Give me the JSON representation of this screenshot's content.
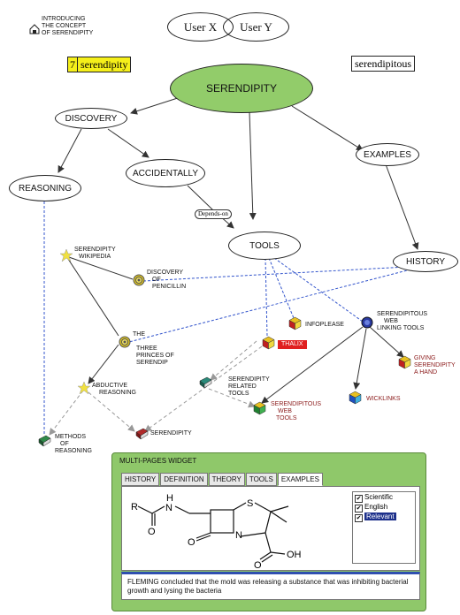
{
  "header_note": {
    "l1": "INTRODUCING",
    "l2": "THE CONCEPT",
    "l3": "OF SERENDIPITY"
  },
  "users": {
    "x": "User X",
    "y": "User Y"
  },
  "search": {
    "count": "7",
    "term": "serendipity"
  },
  "related_term": "serendipitous",
  "nodes": {
    "serendipity": "SERENDIPITY",
    "discovery": "DISCOVERY",
    "accidentally": "ACCIDENTALLY",
    "reasoning": "REASONING",
    "tools": "TOOLS",
    "examples": "EXAMPLES",
    "history": "HISTORY"
  },
  "edge_label": "Depends-on",
  "resources": {
    "wikipedia": {
      "l1": "SERENDIPITY",
      "l2": "WIKIPEDIA"
    },
    "penicillin": {
      "l1": "DISCOVERY",
      "l2": "OF",
      "l3": "PENICILLIN"
    },
    "princes": {
      "l1": "THE",
      "l2": "THREE",
      "l3": "PRINCES OF",
      "l4": "SERENDIP"
    },
    "abductive": {
      "l1": "ABDUCTIVE",
      "l2": "REASONING"
    },
    "methods": {
      "l1": "METHODS",
      "l2": "OF",
      "l3": "REASONING"
    },
    "infoplease": "INFOPLEASE",
    "thalix": "THALIX",
    "linking": {
      "l1": "SERENDIPITOUS",
      "l2": "WEB",
      "l3": "LINKING TOOLS"
    },
    "giving": {
      "l1": "GIVING",
      "l2": "SERENDIPITY",
      "l3": "A HAND"
    },
    "related_tools": {
      "l1": "SERENDIPITY",
      "l2": "RELATED",
      "l3": "TOOLS"
    },
    "wicklinks": "WICKLINKS",
    "web_tools": {
      "l1": "SERENDIPITOUS",
      "l2": "WEB",
      "l3": "TOOLS"
    },
    "serendipity_book": "SERENDIPITY"
  },
  "widget": {
    "title": "MULTI-PAGES WIDGET",
    "tabs": [
      "HISTORY",
      "DEFINITION",
      "THEORY",
      "TOOLS",
      "EXAMPLES"
    ],
    "active_tab": "EXAMPLES",
    "checkboxes": [
      {
        "label": "Scientific",
        "checked": true
      },
      {
        "label": "English",
        "checked": true
      },
      {
        "label": "Relevant",
        "checked": true,
        "selected": true
      }
    ],
    "formula": {
      "r": "R",
      "h": "H",
      "n1": "N",
      "n2": "N",
      "s": "S",
      "oh": "OH"
    },
    "caption": "FLEMING concluded that the mold was releasing a substance that was inhibiting bacterial growth and lysing the bacteria"
  },
  "colors": {
    "main_node": "#92cc6a",
    "widget_bg": "#8fc86a",
    "highlight": "#f5ef1a",
    "thalix_bg": "#e02020",
    "dashed_link": "#3355cc"
  }
}
